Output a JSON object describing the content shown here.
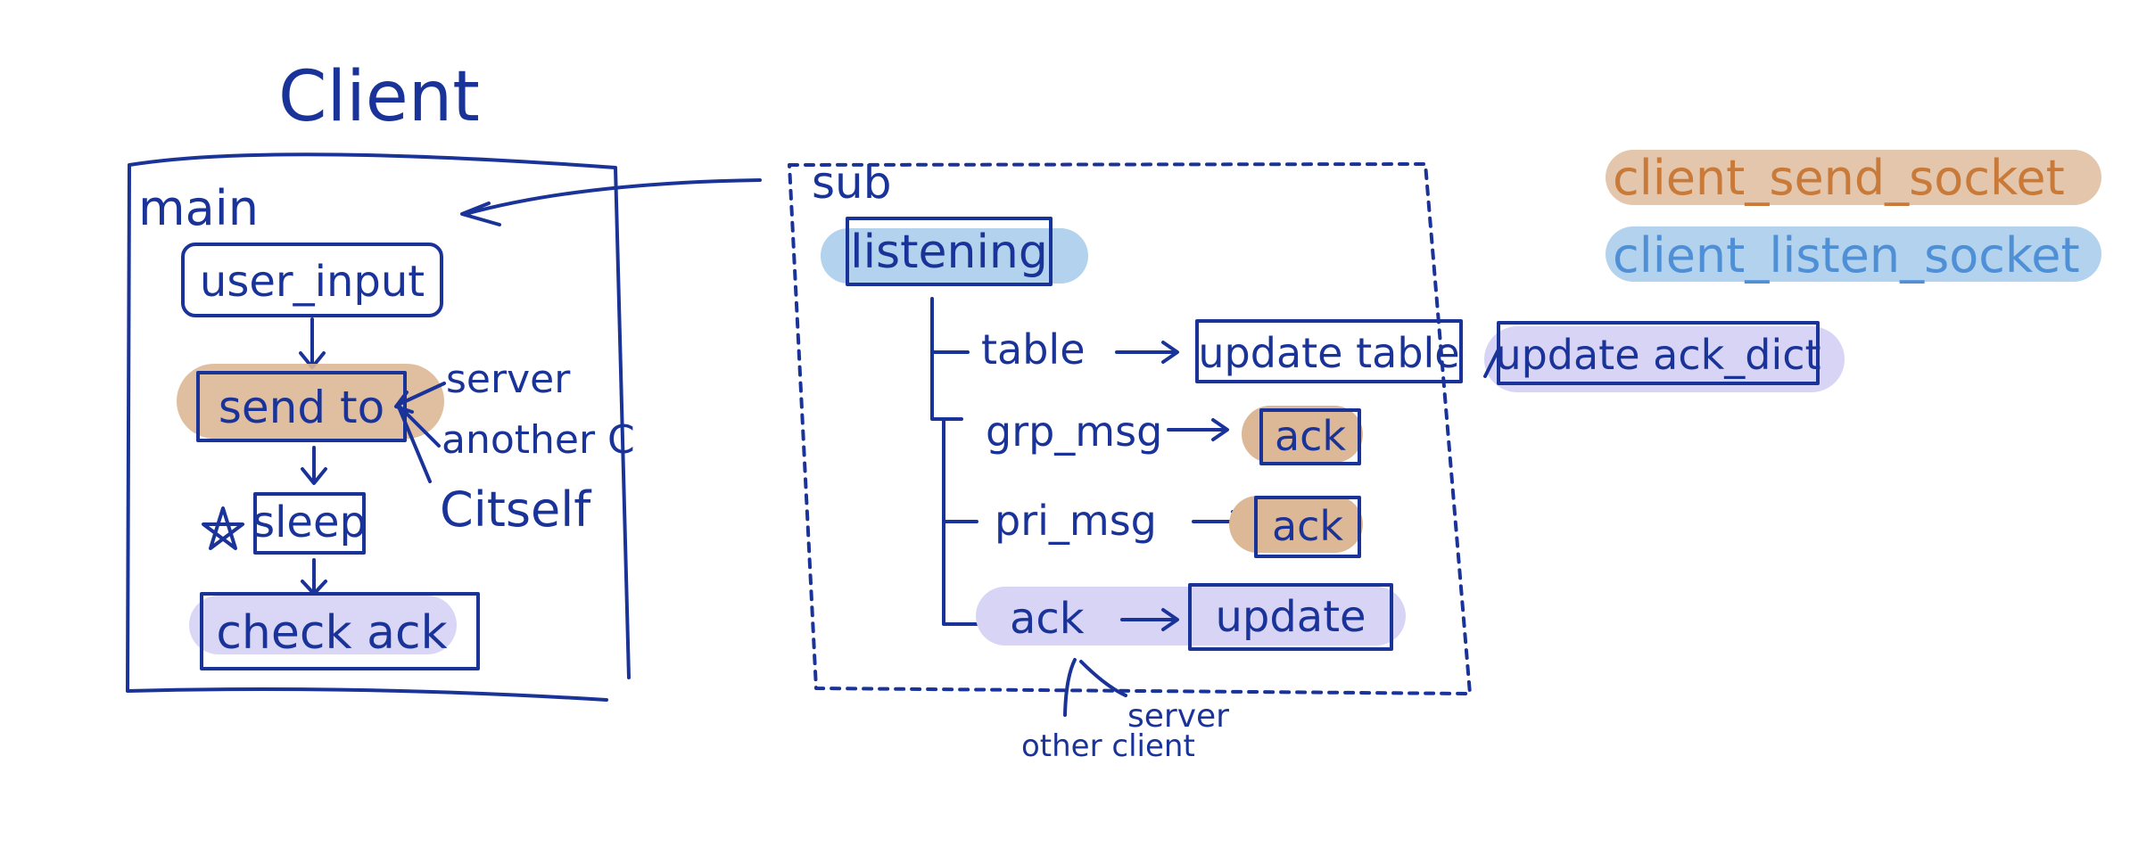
{
  "title": "Client",
  "colors": {
    "ink": "#1a3399",
    "send_highlight": "#dcb896",
    "listen_highlight": "#b2d2ee",
    "ack_highlight": "#d8d4f6",
    "send_legend_text": "#c97a38",
    "listen_legend_text": "#4f8fd6"
  },
  "main_box": {
    "label": "main",
    "user_input": "user_input",
    "send_to": "send to",
    "targets": [
      "server",
      "another C",
      "Citself"
    ],
    "star_icon": "star-icon",
    "sleep": "sleep",
    "check_ack": "check ack"
  },
  "sub_box": {
    "label": "sub",
    "listening": "listening",
    "branches": [
      {
        "label": "table",
        "action": "update table"
      },
      {
        "label": "grp_msg",
        "action": "ack"
      },
      {
        "label": "pri_msg",
        "action": "ack"
      },
      {
        "label": "ack",
        "action": "update"
      }
    ],
    "extra_action": "update ack_dict",
    "ack_sources": [
      "other client",
      "server"
    ]
  },
  "legend": {
    "send_socket": "client_send_socket",
    "listen_socket": "client_listen_socket"
  }
}
